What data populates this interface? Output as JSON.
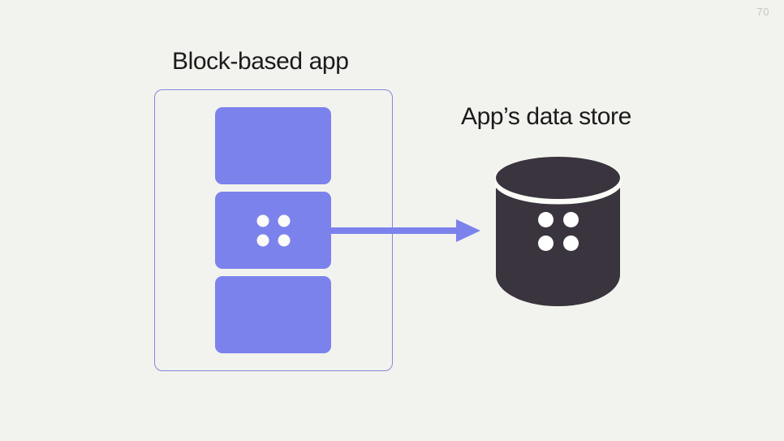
{
  "slide": {
    "page_number": "70",
    "background_color": "#f2f3ee",
    "text_color": "#1b1b1b"
  },
  "app_panel": {
    "title": "Block-based app",
    "border_color": "#8287e0",
    "blocks": [
      {
        "name": "block-top",
        "has_data_dots": false,
        "color": "#7c82ec"
      },
      {
        "name": "block-middle",
        "has_data_dots": true,
        "color": "#7c82ec"
      },
      {
        "name": "block-bottom",
        "has_data_dots": false,
        "color": "#7c82ec"
      }
    ],
    "block_dots": [
      "dot",
      "dot",
      "dot",
      "dot"
    ]
  },
  "arrow": {
    "direction": "right",
    "color": "#7c82ec",
    "from": "block-middle",
    "to": "data-store"
  },
  "data_store": {
    "title": "App’s data store",
    "body_color": "#3a343e",
    "rim_color": "#fbfbf7",
    "dots": [
      "dot",
      "dot",
      "dot",
      "dot"
    ]
  }
}
